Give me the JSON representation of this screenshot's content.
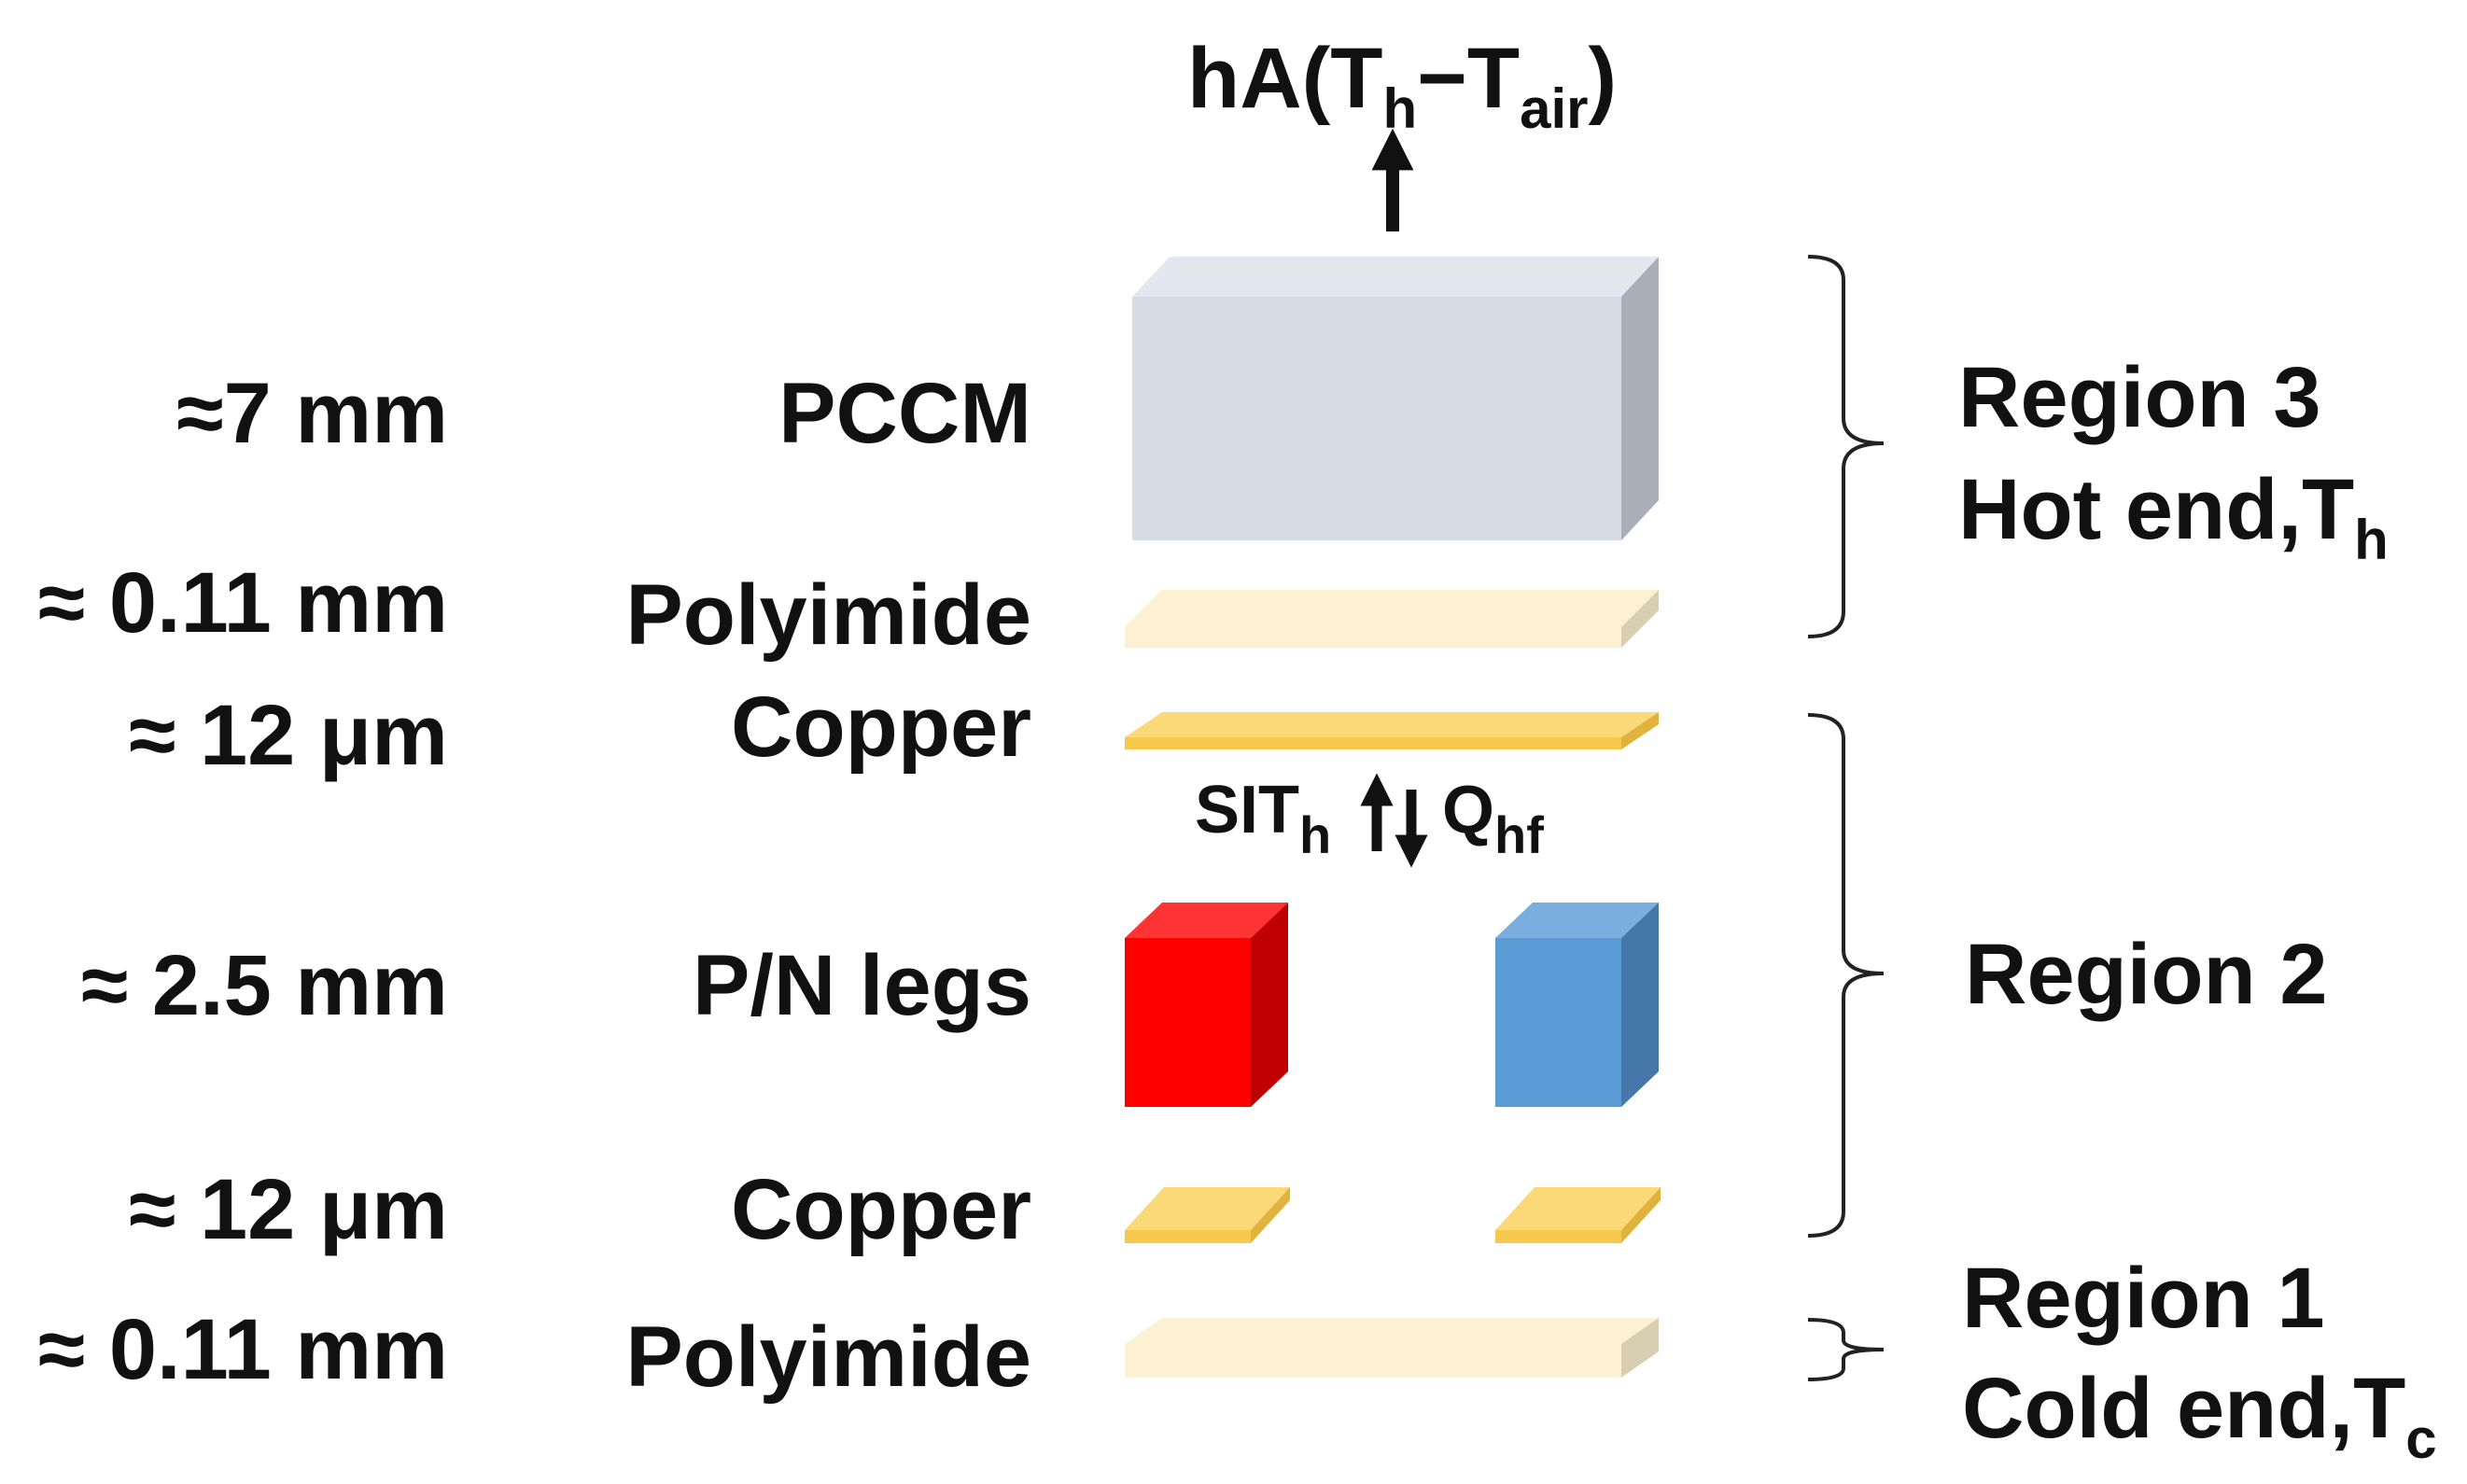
{
  "heat_loss": {
    "main": "hA(T",
    "sub_h": "h",
    "dash": "−T",
    "sub_air": "air",
    "close": ")"
  },
  "layers": [
    {
      "thickness": "≈7 mm",
      "material": "PCCM"
    },
    {
      "thickness": "≈ 0.11 mm",
      "material": "Polyimide"
    },
    {
      "thickness": "≈ 12  μm",
      "material": "Copper"
    },
    {
      "thickness": "≈ 2.5 mm",
      "material": "P/N legs"
    },
    {
      "thickness": "≈ 12  μm",
      "material": "Copper"
    },
    {
      "thickness": "≈ 0.11 mm",
      "material": "Polyimide"
    }
  ],
  "flux": {
    "left_main": "SIT",
    "left_sub": "h",
    "right_main": "Q",
    "right_sub": "hf"
  },
  "regions": [
    {
      "line1": "Region 3",
      "line2_main": "Hot end,T",
      "line2_sub": "h"
    },
    {
      "line1": "Region 2"
    },
    {
      "line1": "Region 1",
      "line2_main": "Cold end,T",
      "line2_sub": "c"
    }
  ],
  "colors": {
    "pccm_front": "#d6dbe5",
    "pccm_top": "#e3e7ee",
    "pccm_side": "#a9aeb8",
    "polyimide": "#fdf1d3",
    "copper": "#fbd878",
    "p_leg": "#ff0000",
    "n_leg": "#5b9bd5"
  }
}
